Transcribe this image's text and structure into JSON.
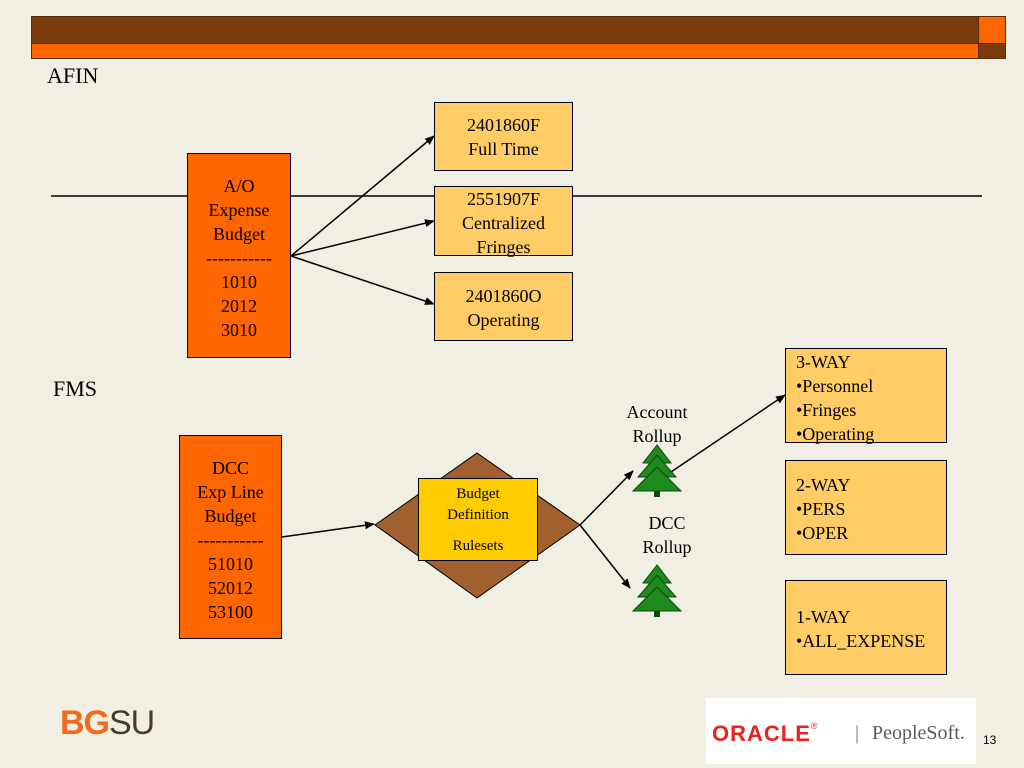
{
  "sections": {
    "afin": "AFIN",
    "fms": "FMS"
  },
  "afin_source": {
    "lines": [
      "A/O",
      "Expense",
      "Budget",
      "-----------",
      "1010",
      "2012",
      "3010"
    ]
  },
  "afin_targets": [
    {
      "lines": [
        "2401860F",
        "Full Time"
      ]
    },
    {
      "lines": [
        "2551907F",
        "Centralized",
        "Fringes"
      ]
    },
    {
      "lines": [
        "2401860O",
        "Operating"
      ]
    }
  ],
  "fms_source": {
    "lines": [
      "DCC",
      "Exp Line",
      "Budget",
      "-----------",
      "51010",
      "52012",
      "53100"
    ]
  },
  "rules": {
    "lines": [
      "Budget",
      "Definition",
      "",
      "Rulesets"
    ]
  },
  "rollups": {
    "account": [
      "Account",
      "Rollup"
    ],
    "dcc": [
      "DCC",
      "Rollup"
    ]
  },
  "ways": [
    {
      "lines": [
        "3-WAY",
        "•Personnel",
        "•Fringes",
        "•Operating"
      ]
    },
    {
      "lines": [
        "2-WAY",
        "•PERS",
        "•OPER"
      ]
    },
    {
      "lines": [
        "1-WAY",
        "•ALL_EXPENSE"
      ]
    }
  ],
  "footer": {
    "logo_bg": "BG",
    "logo_su": "SU",
    "oracle": "ORACLE",
    "registered": "®",
    "separator": "|",
    "peoplesoft": "PeopleSoft.",
    "page": "13"
  },
  "colors": {
    "orange": "#ff6600",
    "brown": "#7a3c0d",
    "light_box": "#ffcc66",
    "rules_box": "#ffcc00",
    "diamond": "#a0602f",
    "tree": "#1e8a1e",
    "bgsu_orange": "#f26b1d",
    "oracle_red": "#e8231e"
  }
}
